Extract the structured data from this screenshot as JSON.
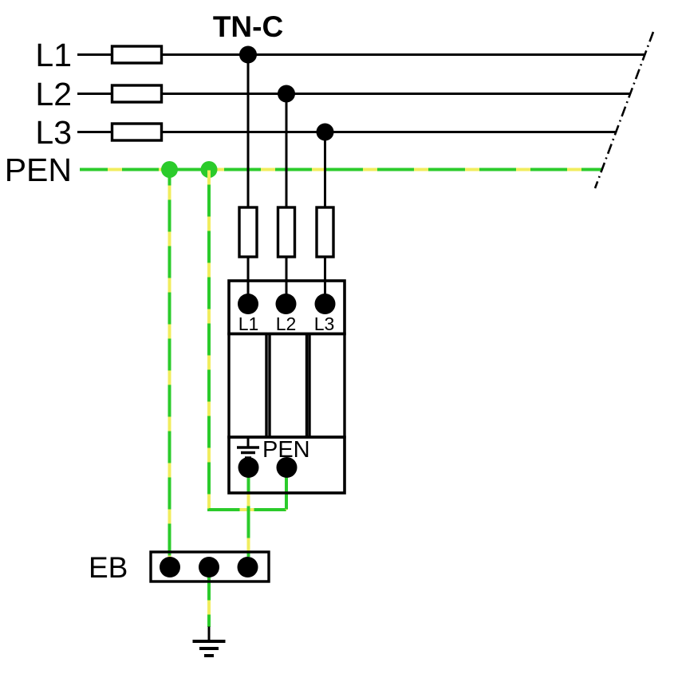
{
  "diagram": {
    "system_label": "TN-C",
    "bus": {
      "l1": "L1",
      "l2": "L2",
      "l3": "L3",
      "pen": "PEN"
    },
    "spd": {
      "terminal_l1": "L1",
      "terminal_l2": "L2",
      "terminal_l3": "L3",
      "pen_label": "PEN"
    },
    "eb_label": "EB",
    "icons": {
      "screw_terminal": "circle-with-slash-terminal-icon",
      "earth": "earth-ground-icon",
      "fuse": "fuse-rectangle-icon",
      "continuation": "dash-dot-break-line"
    },
    "colors": {
      "wire_green": "#2BCB2B",
      "wire_yellow": "#F1ED5E",
      "line_black": "#000000",
      "background": "#FFFFFF"
    }
  }
}
